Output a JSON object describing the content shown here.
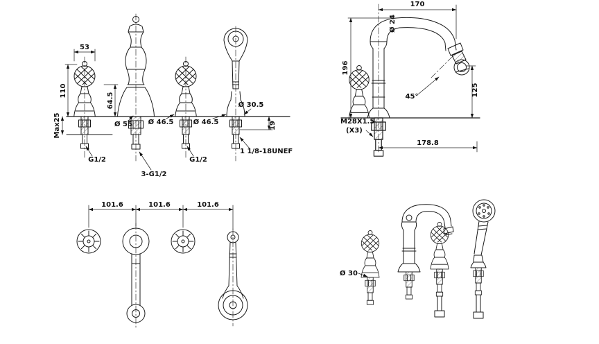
{
  "drawing": {
    "type": "technical-dimension-drawing",
    "subject": "4-hole roman tub faucet with cross handles, spout and hand shower"
  },
  "colors": {
    "line": "#1a1a1a",
    "dim_line": "#222222",
    "background": "#ffffff"
  },
  "front_view": {
    "dim_53": "53",
    "dim_110": "110",
    "dim_64_5": "64.5",
    "dim_dia55": "Ø 55",
    "dim_dia46_5_a": "Ø 46.5",
    "dim_dia46_5_b": "Ø 46.5",
    "dim_dia30_5": "Ø 30.5",
    "dim_19": "19",
    "dim_max25": "Max25",
    "dim_g12_left": "G1/2",
    "dim_3g12": "3-G1/2",
    "dim_g12_right": "G1/2",
    "dim_unef": "1 1/8-18UNEF"
  },
  "side_view": {
    "dim_170": "170",
    "dim_dia24": "Ø 24",
    "dim_196": "196",
    "dim_125": "125",
    "dim_45": "45°",
    "dim_m28": "M28X1.5",
    "dim_m28_qty": "(X3)",
    "dim_178_8": "178.8"
  },
  "plan_view": {
    "dim_spacing_a": "101.6",
    "dim_spacing_b": "101.6",
    "dim_spacing_c": "101.6"
  },
  "perspective_view": {
    "dim_dia30": "Ø 30"
  }
}
